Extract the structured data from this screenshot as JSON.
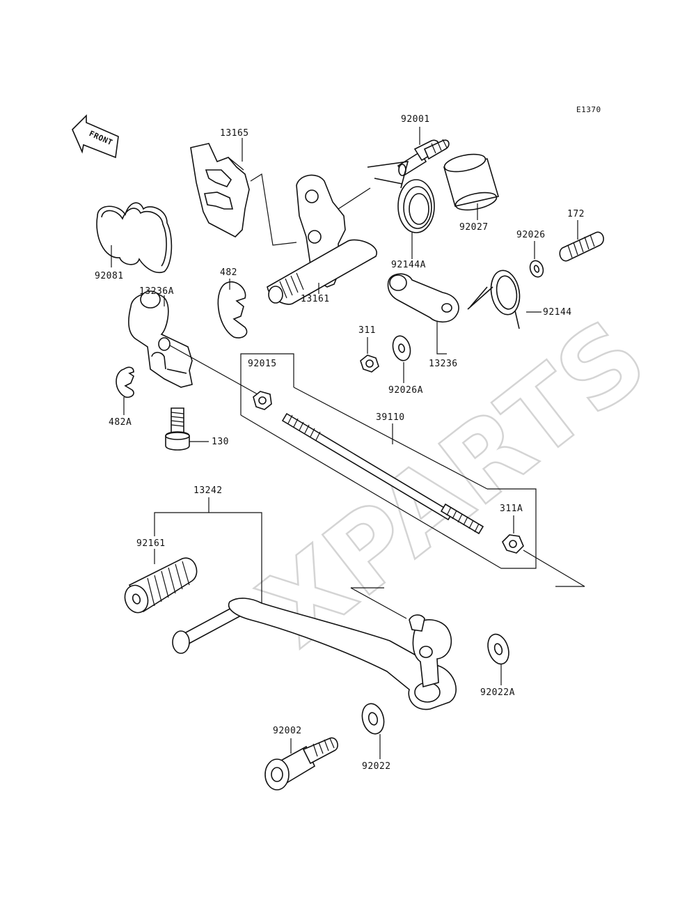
{
  "diagram": {
    "code": "E1370",
    "front_label": "FRONT",
    "watermark": "XPARTS",
    "parts": {
      "p13165": "13165",
      "p92001": "92001",
      "p92027": "92027",
      "p92144A": "92144A",
      "p13161": "13161",
      "p92081": "92081",
      "p482": "482",
      "p13236A": "13236A",
      "p172": "172",
      "p92026": "92026",
      "p92144": "92144",
      "p311": "311",
      "p13236": "13236",
      "p92026A": "92026A",
      "p92015": "92015",
      "p482A": "482A",
      "p130": "130",
      "p39110": "39110",
      "p13242": "13242",
      "p311A": "311A",
      "p92161": "92161",
      "p92022A": "92022A",
      "p92002": "92002",
      "p92022": "92022"
    }
  }
}
